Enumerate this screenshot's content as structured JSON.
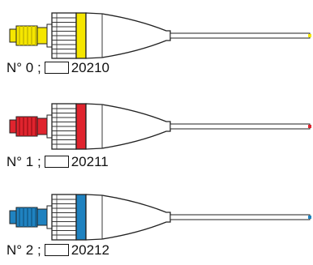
{
  "items": [
    {
      "label_prefix": "N° 0 ;",
      "code": "20210",
      "color": "#f5e600",
      "dark": "#c9bb00"
    },
    {
      "label_prefix": "N° 1 ;",
      "code": "20211",
      "color": "#e0242e",
      "dark": "#a8141c"
    },
    {
      "label_prefix": "N° 2 ;",
      "code": "20212",
      "color": "#1f82c0",
      "dark": "#14608f"
    }
  ]
}
